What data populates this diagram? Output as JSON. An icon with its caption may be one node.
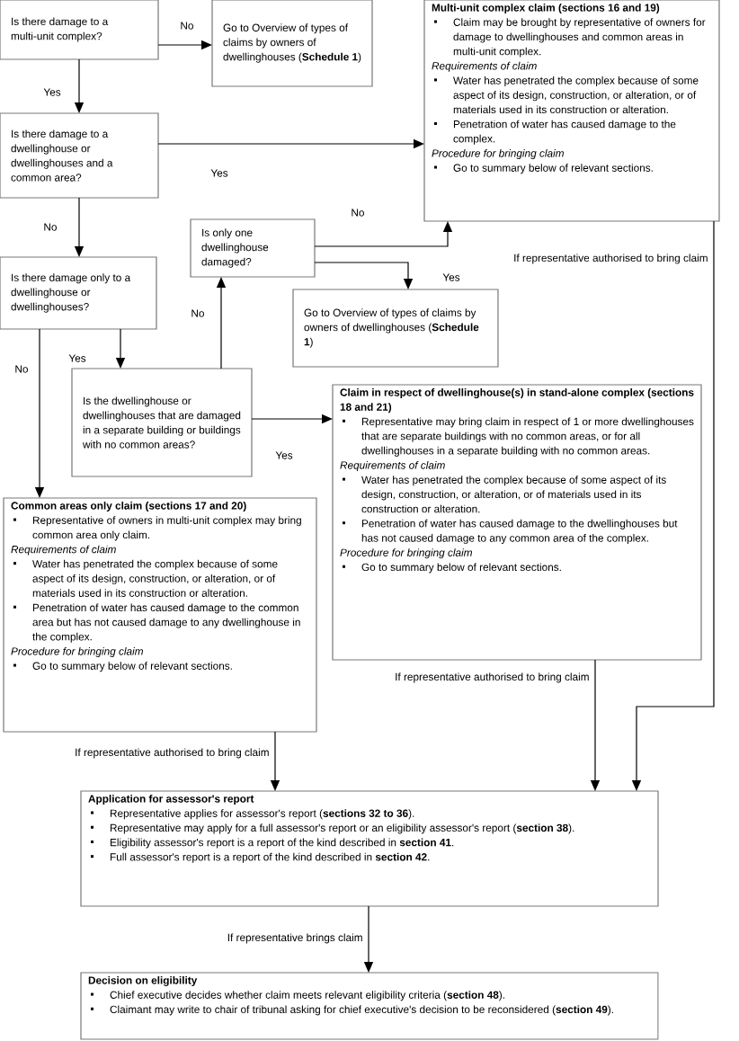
{
  "diagram": {
    "nodes": [
      {
        "text": [
          "Is there damage to a multi-unit complex?"
        ]
      },
      {
        "text": [
          "Go to Overview of types of claims by owners of dwellinghouses (**Schedule 1**)"
        ]
      },
      {
        "text": [
          "Multi-unit complex claim (sections 16 and 19)",
          "Claim may be brought by representative of owners for damage to dwellinghouses and common areas in multi-unit complex.",
          "Requirements of claim",
          "Water has penetrated the complex because of some aspect of its design, construction, or alteration, or of materials used in its construction or alteration.",
          "Penetration of water has caused damage to the complex.",
          "Procedure for bringing claim",
          "Go to summary below of relevant sections."
        ]
      },
      {
        "text": [
          "Is there damage to a dwellinghouse or dwellinghouses and a common area?"
        ]
      },
      {
        "text": [
          "Is only one dwellinghouse damaged?"
        ]
      },
      {
        "text": [
          "Is there damage only to a dwellinghouse or dwellinghouses?"
        ]
      },
      {
        "text": [
          "Go to Overview of types of claims by owners of dwellinghouses (**Schedule 1**)"
        ]
      },
      {
        "text": [
          "Is the dwellinghouse or dwellinghouses that are damaged in a separate building or buildings with no common areas?"
        ]
      },
      {
        "text": [
          "Claim in respect of dwellinghouse(s) in stand-alone complex (sections 18 and 21)",
          "Representative may bring claim in respect of 1 or more dwellinghouses that are separate buildings with no common areas, or for all dwellinghouses in a separate building with no common areas.",
          "Requirements of claim",
          "Water has penetrated the complex because of some aspect of its design, construction, or alteration, or of materials used in its construction or alteration.",
          "Penetration of water has caused damage to the dwellinghouses but has not caused damage to any common area of the complex.",
          "Procedure for bringing claim",
          "Go to summary below of relevant sections."
        ]
      },
      {
        "text": [
          "Common areas only claim (sections 17 and 20)",
          "Representative of owners in multi-unit complex may bring common area only claim.",
          "Requirements of claim",
          "Water has penetrated the complex because of some aspect of its design, construction, or alteration, or of materials used in its construction or alteration.",
          "Penetration of water has caused damage to the common area but has not caused damage to any dwellinghouse in the complex.",
          "Procedure for bringing claim",
          "Go to summary below of relevant sections."
        ]
      },
      {
        "text": [
          "Application for assessor's report",
          "Representative applies for assessor's report (**sections 32 to 36**).",
          "Representative may apply for a full assessor's report or an eligibility assessor's report (**section 38**).",
          "Eligibility assessor's report is a report of the kind described in **section 41**.",
          "Full assessor's report is a report of the kind described in **section 42**."
        ]
      },
      {
        "text": [
          "Decision on eligibility",
          "Chief executive decides whether claim meets relevant eligibility criteria (**section 48**).",
          "Claimant may write to chair of tribunal asking for chief executive's decision to be reconsidered (**section 49**)."
        ]
      }
    ],
    "edges": [
      {
        "from": 0,
        "to": 1,
        "arrow": "to",
        "label": "No"
      },
      {
        "from": 0,
        "to": 3,
        "arrow": "to",
        "label": "Yes"
      },
      {
        "from": 3,
        "to": 2,
        "arrow": "to",
        "label": "Yes"
      },
      {
        "from": 3,
        "to": 5,
        "arrow": "to",
        "label": "No"
      },
      {
        "from": 5,
        "to": 7,
        "arrow": "to",
        "label": "Yes"
      },
      {
        "from": 5,
        "to": 9,
        "arrow": "to",
        "label": "No"
      },
      {
        "from": 7,
        "to": 4,
        "arrow": "to",
        "label": "No"
      },
      {
        "from": 7,
        "to": 8,
        "arrow": "to",
        "label": "Yes"
      },
      {
        "from": 4,
        "to": 2,
        "arrow": "to",
        "label": "No"
      },
      {
        "from": 4,
        "to": 6,
        "arrow": "to",
        "label": "Yes"
      },
      {
        "from": 2,
        "to": 10,
        "arrow": "to",
        "label": "If representative authorised to bring claim"
      },
      {
        "from": 8,
        "to": 10,
        "arrow": "to",
        "label": "If representative authorised to bring claim"
      },
      {
        "from": 9,
        "to": 10,
        "arrow": "to",
        "label": "If representative authorised to bring claim"
      },
      {
        "from": 10,
        "to": 11,
        "arrow": "to",
        "label": "If representative brings claim"
      }
    ]
  }
}
